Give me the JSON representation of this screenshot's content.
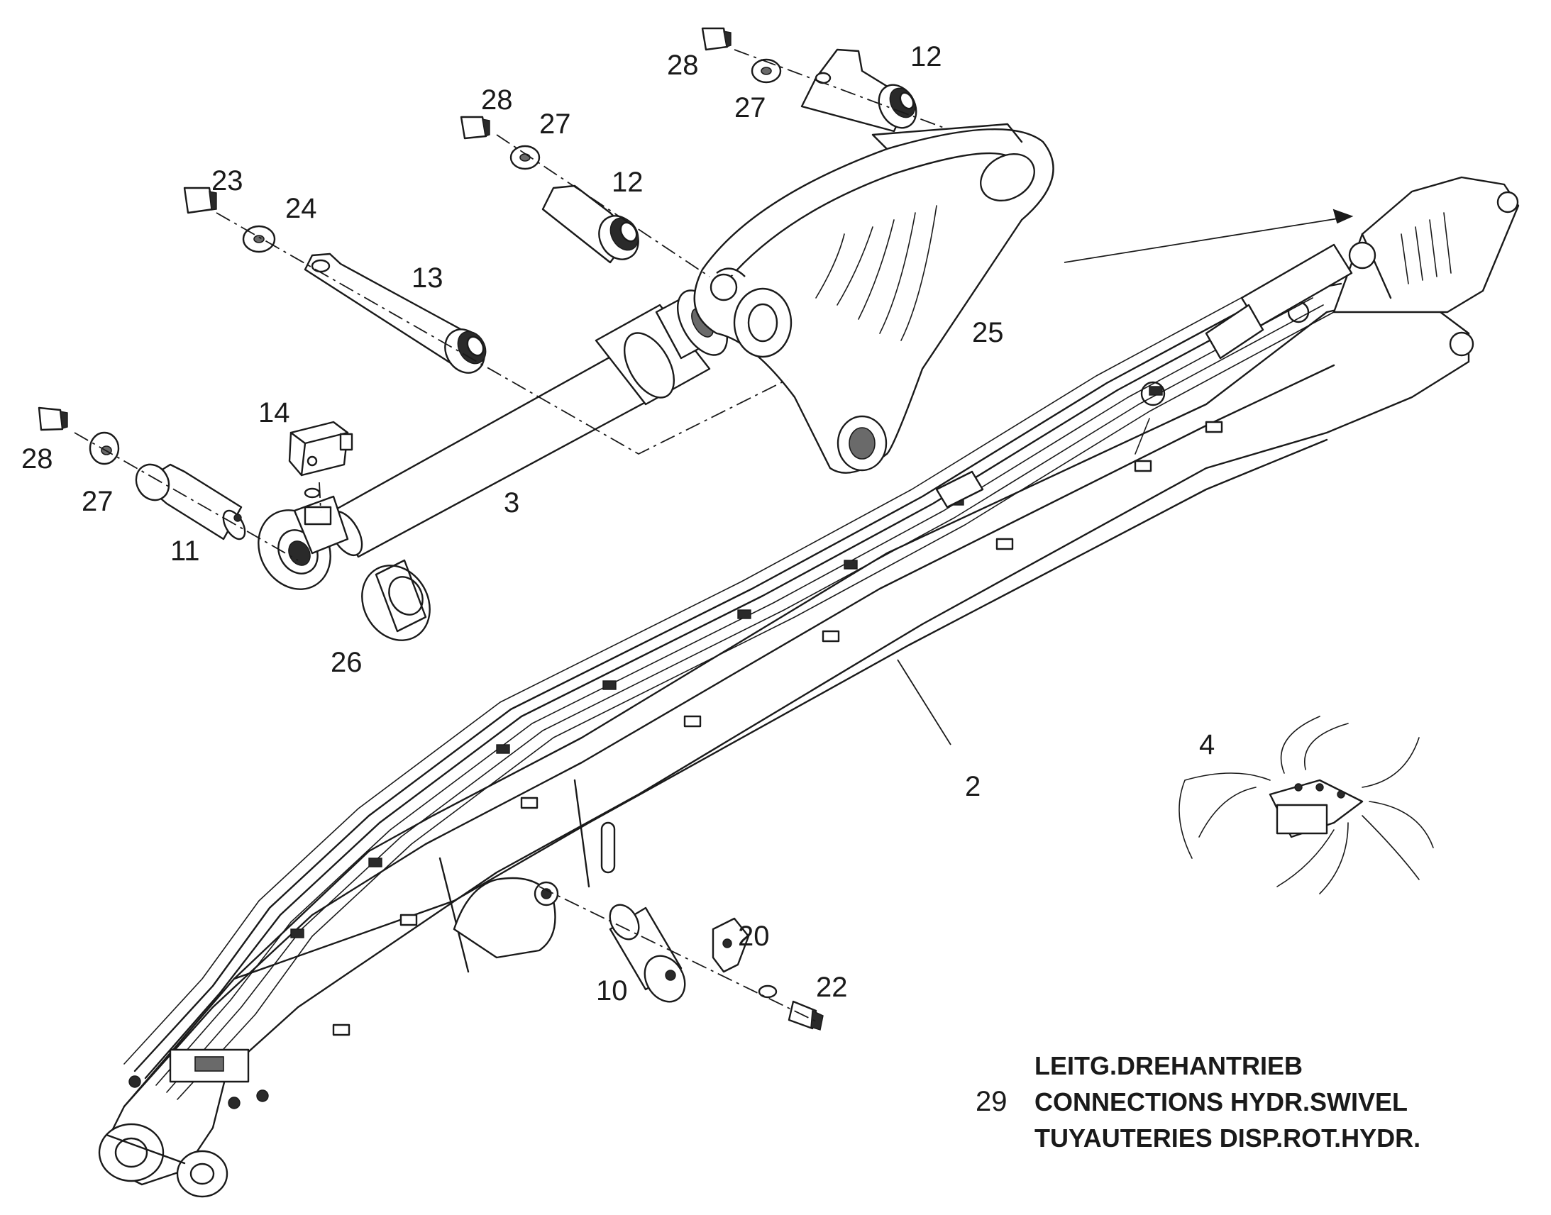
{
  "callouts": {
    "c28a": "28",
    "c27a": "27",
    "c12a": "12",
    "c28b": "28",
    "c27b": "27",
    "c12b": "12",
    "c23": "23",
    "c24": "24",
    "c13": "13",
    "c25": "25",
    "c14": "14",
    "c28c": "28",
    "c27c": "27",
    "c11": "11",
    "c3": "3",
    "c26": "26",
    "c4": "4",
    "c2": "2",
    "c20": "20",
    "c10": "10",
    "c22": "22",
    "c29": "29"
  },
  "caption": {
    "line_de": "LEITG.DREHANTRIEB",
    "line_en": "CONNECTIONS HYDR.SWIVEL",
    "line_fr": "TUYAUTERIES DISP.ROT.HYDR."
  }
}
